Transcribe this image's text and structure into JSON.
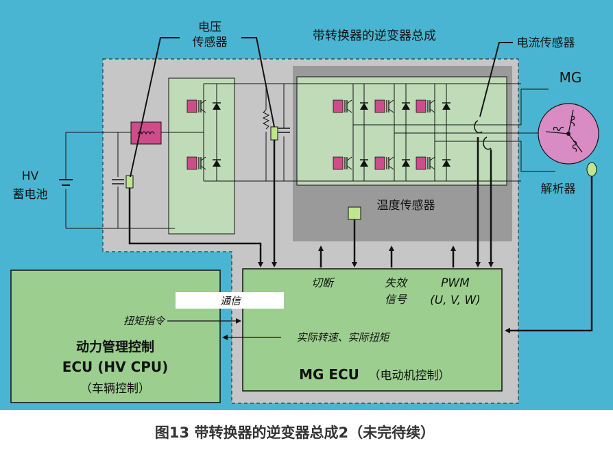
{
  "labels": {
    "voltage_sensor_line1": "电压",
    "voltage_sensor_line2": "传感器",
    "inverter_title": "带转换器的逆变器总成",
    "current_sensor": "电流传感器",
    "mg": "MG",
    "resolver": "解析器",
    "hv_battery_line1": "HV",
    "hv_battery_line2": "蓄电池",
    "temp_sensor": "温度传感器",
    "cutoff": "切断",
    "fail_line1": "失效",
    "fail_line2": "信号",
    "pwm": "PWM",
    "pwm_phases": "(U, V, W)",
    "comm": "通信",
    "torque_cmd": "扭矩指令",
    "actual_feedback": "实际转速、实际扭矩",
    "hv_ecu_line1": "动力管理控制",
    "hv_ecu_line2": "ECU (HV CPU)",
    "hv_ecu_line3": "（车辆控制）",
    "mg_ecu_bold": "MG ECU",
    "mg_ecu_suffix": "（电动机控制）"
  },
  "caption": "图13 带转换器的逆变器总成2（未完待续）",
  "colors": {
    "background": "#4ab5d2",
    "dashed_region": "#c6c6c6",
    "inverter_dark": "#9a9a9a",
    "green_panel": "#bfdbb8",
    "ecu_box": "#9ccf8f",
    "igbt": "#cd4d8a",
    "motor": "#d98bc3",
    "line": "#111111"
  }
}
